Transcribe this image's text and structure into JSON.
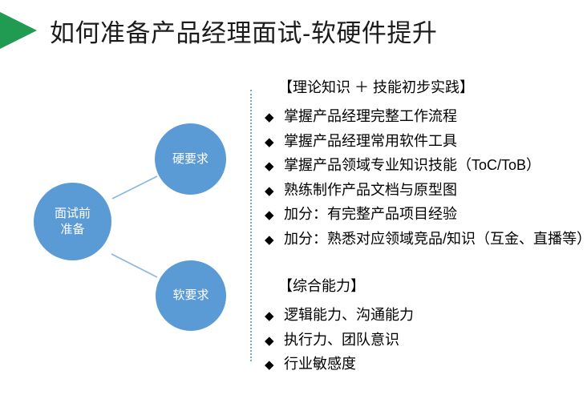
{
  "header": {
    "title": "如何准备产品经理面试-软硬件提升",
    "arrow_icon": "green-triangle-right-icon",
    "arrow_color": "#229B52",
    "title_color": "#1b1b1b"
  },
  "diagram": {
    "accent_color": "#5b9bd5",
    "connector_color": "#8ab6e0",
    "nodes": [
      {
        "id": "center",
        "label": "面试前\n准备",
        "line1": "面试前",
        "line2": "准备"
      },
      {
        "id": "hard",
        "label": "硬要求"
      },
      {
        "id": "soft",
        "label": "软要求"
      }
    ],
    "connectors": [
      {
        "from": "center",
        "to": "hard"
      },
      {
        "from": "center",
        "to": "soft"
      }
    ]
  },
  "divider": {
    "style": "dotted-vertical",
    "color": "#6fa8dc"
  },
  "content": {
    "bullet_glyph": "◆",
    "sections": [
      {
        "heading": "【理论知识 ＋ 技能初步实践】",
        "items": [
          "掌握产品经理完整工作流程",
          "掌握产品经理常用软件工具",
          "掌握产品领域专业知识技能（ToC/ToB）",
          "熟练制作产品文档与原型图",
          "加分：有完整产品项目经验",
          "加分：熟悉对应领域竞品/知识（互金、直播等）"
        ]
      },
      {
        "heading": "【综合能力】",
        "items": [
          "逻辑能力、沟通能力",
          "执行力、团队意识",
          "行业敏感度"
        ]
      }
    ]
  }
}
